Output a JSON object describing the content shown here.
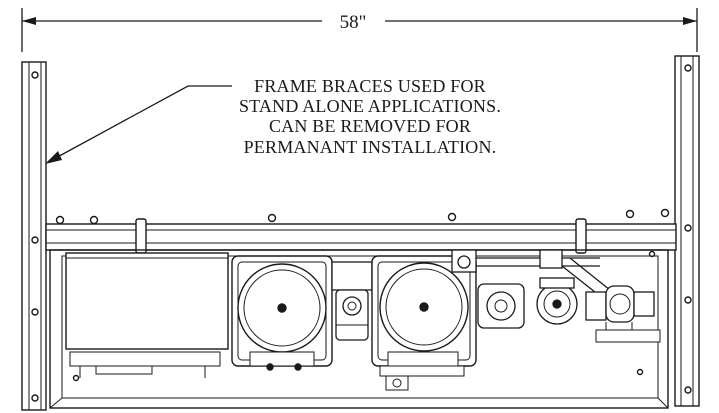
{
  "dimension": {
    "width_label": "58\""
  },
  "callout": {
    "lines": [
      "FRAME BRACES USED FOR",
      "STAND ALONE APPLICATIONS.",
      "CAN BE REMOVED FOR",
      "PERMANANT INSTALLATION."
    ]
  },
  "colors": {
    "ink": "#1a1a1a",
    "paper": "#ffffff"
  }
}
